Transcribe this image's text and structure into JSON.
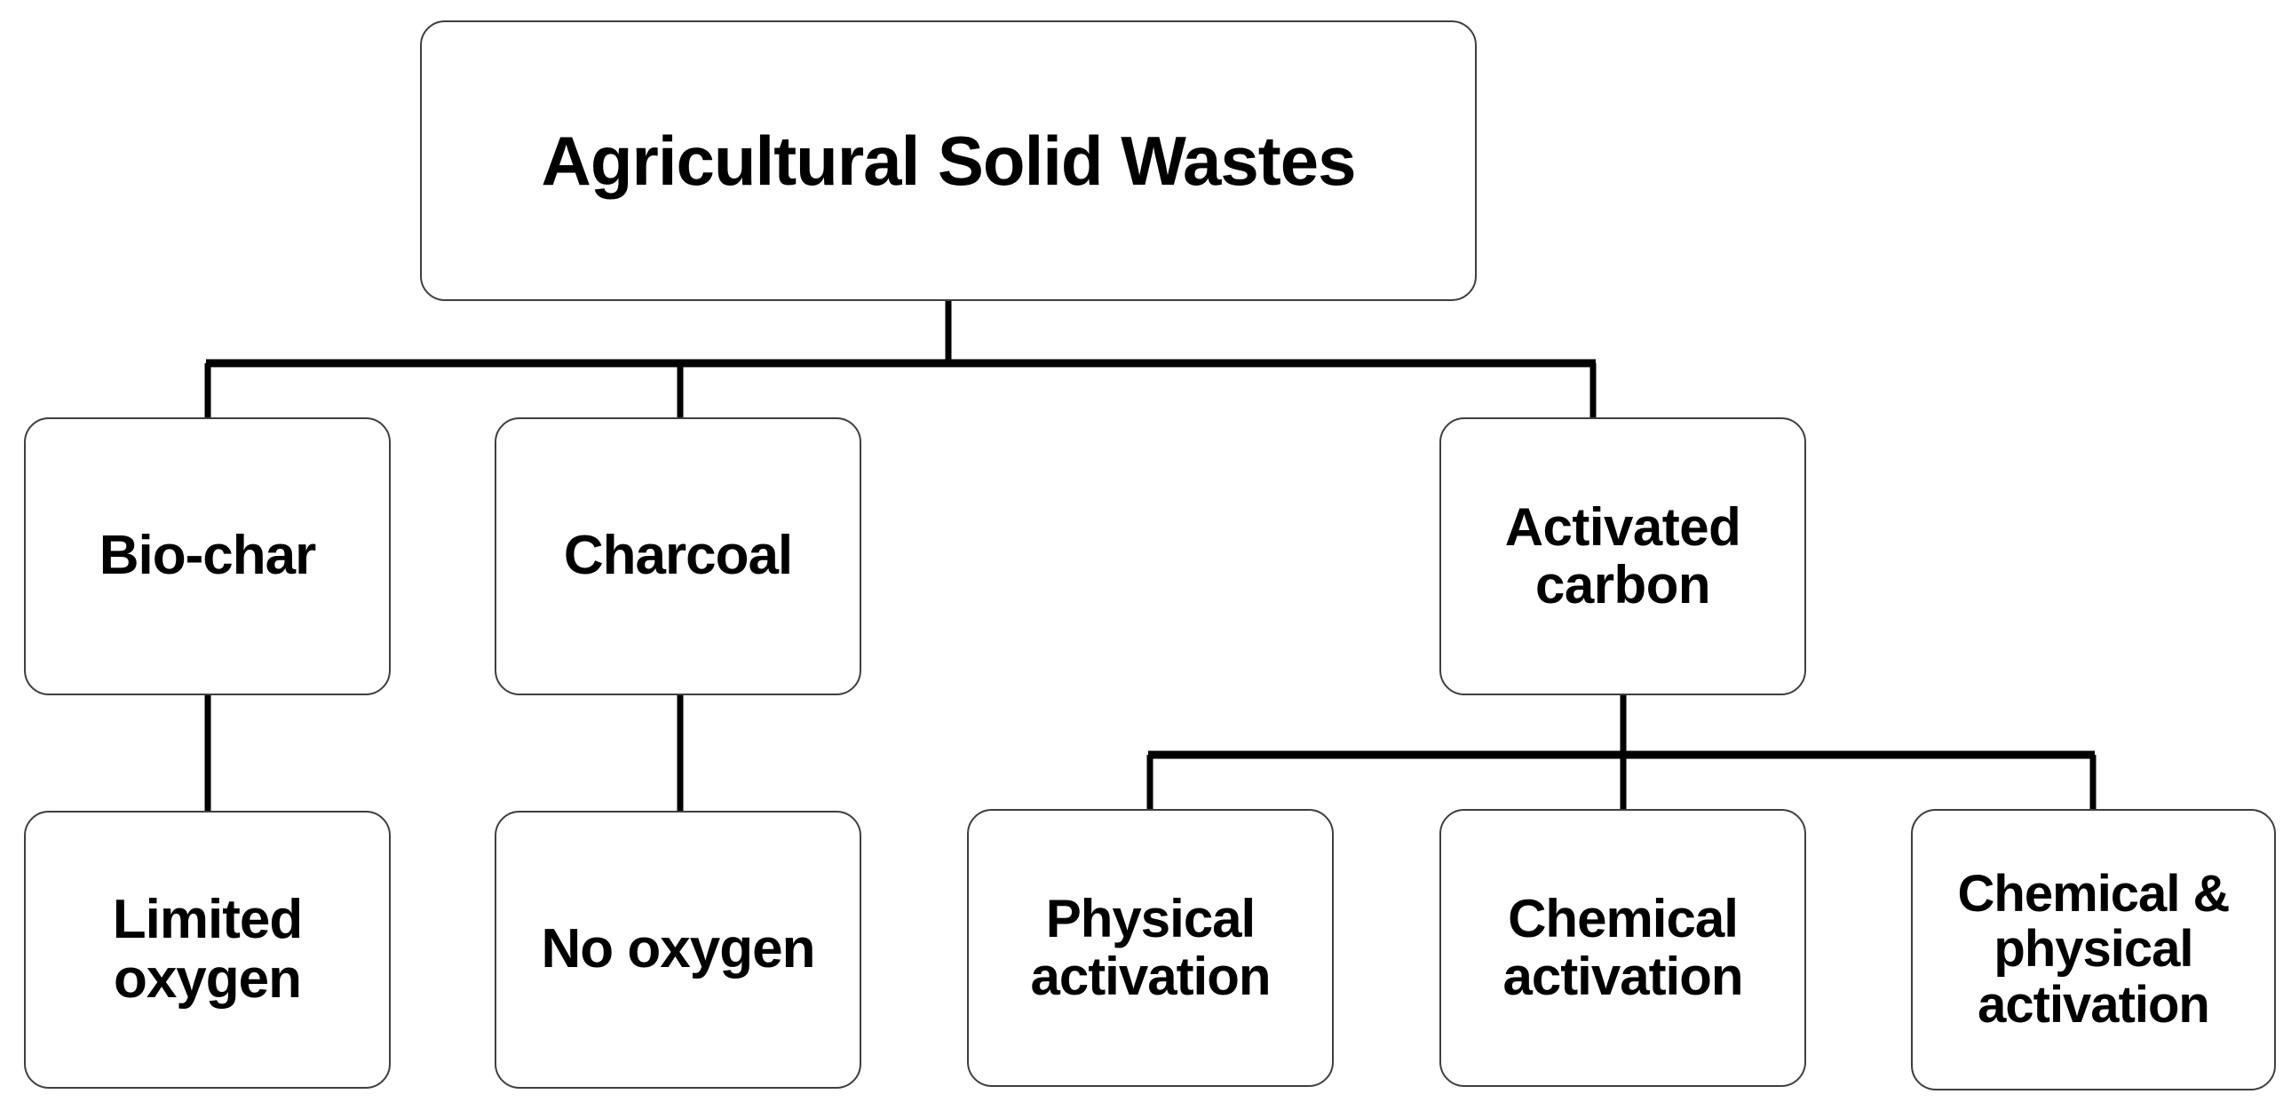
{
  "diagram": {
    "title": "Agricultural Solid Wastes production routes",
    "type": "tree-flowchart",
    "background_color": "#ffffff",
    "box_border_color": "#3f3f3f",
    "connector_color": "#000000",
    "text_color": "#000000"
  },
  "nodes": {
    "root": {
      "label": "Agricultural Solid Wastes",
      "level": 1
    },
    "biochar": {
      "label": "Bio-char",
      "level": 2
    },
    "charcoal": {
      "label": "Charcoal",
      "level": 2
    },
    "activated_carbon": {
      "label": "Activated\ncarbon",
      "level": 2
    },
    "limited_oxygen": {
      "label": "Limited\noxygen",
      "level": 3
    },
    "no_oxygen": {
      "label": "No oxygen",
      "level": 3
    },
    "physical_activation": {
      "label": "Physical\nactivation",
      "level": 3
    },
    "chemical_activation": {
      "label": "Chemical\nactivation",
      "level": 3
    },
    "chemical_physical_activation": {
      "label": "Chemical &\nphysical\nactivation",
      "level": 3
    }
  },
  "edges": [
    {
      "from": "root",
      "to": "biochar"
    },
    {
      "from": "root",
      "to": "charcoal"
    },
    {
      "from": "root",
      "to": "activated_carbon"
    },
    {
      "from": "biochar",
      "to": "limited_oxygen"
    },
    {
      "from": "charcoal",
      "to": "no_oxygen"
    },
    {
      "from": "activated_carbon",
      "to": "physical_activation"
    },
    {
      "from": "activated_carbon",
      "to": "chemical_activation"
    },
    {
      "from": "activated_carbon",
      "to": "chemical_physical_activation"
    }
  ]
}
